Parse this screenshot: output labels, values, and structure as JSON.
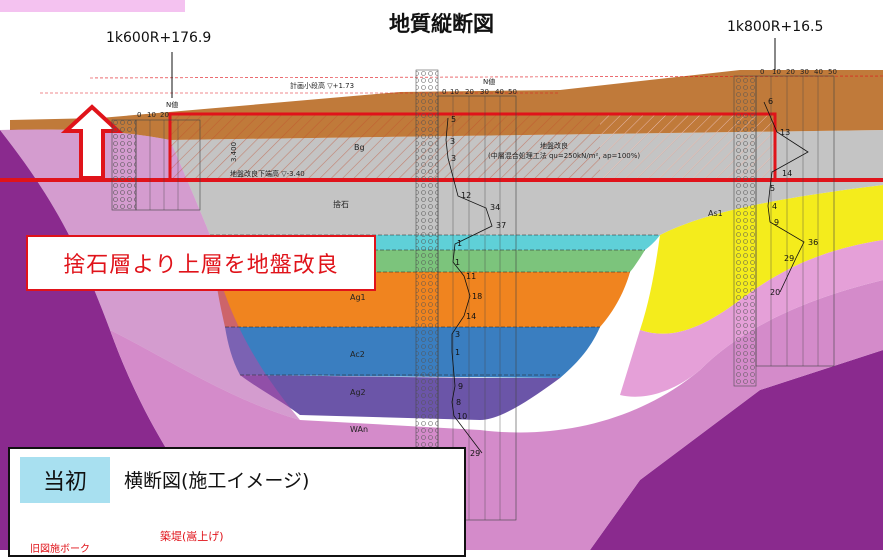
{
  "title": "地質縦断図",
  "stations": {
    "left": "1k600R+176.9",
    "right": "1k800R+16.5"
  },
  "callout": "捨石層より上層を地盤改良",
  "panel": {
    "badge": "当初",
    "title": "横断図(施工イメージ)",
    "note_a": "旧図施ボーク",
    "note_b": "築堤(嵩上げ)"
  },
  "drawing": {
    "plan_label": "計画小段高 ▽+1.73",
    "improve_label": "地盤改良",
    "improve_sub": "(中層混合処理工法 qu=250kN/m², ap=100%)",
    "bottom_label": "地盤改良下端高 ▽-3.40",
    "thickness": "3.400",
    "nvalue_head": "N値",
    "scale": [
      "0",
      "10",
      "20",
      "30",
      "40",
      "50"
    ],
    "layers": {
      "bg": "Bg",
      "rubble": "捨石",
      "as1": "As1",
      "ag1": "Ag1",
      "ac2": "Ac2",
      "ag2": "Ag2",
      "wan": "WAn"
    },
    "n_mid": [
      "5",
      "3",
      "3",
      "12",
      "34",
      "37",
      "1",
      "1",
      "11",
      "18",
      "14",
      "3",
      "1",
      "9",
      "8",
      "10",
      "29"
    ],
    "n_right": [
      "6",
      "13",
      "14",
      "5",
      "4",
      "9",
      "36",
      "29",
      "20"
    ]
  },
  "colors": {
    "accent_red": "#e0131a",
    "badge_blue": "#a8e0f0"
  }
}
